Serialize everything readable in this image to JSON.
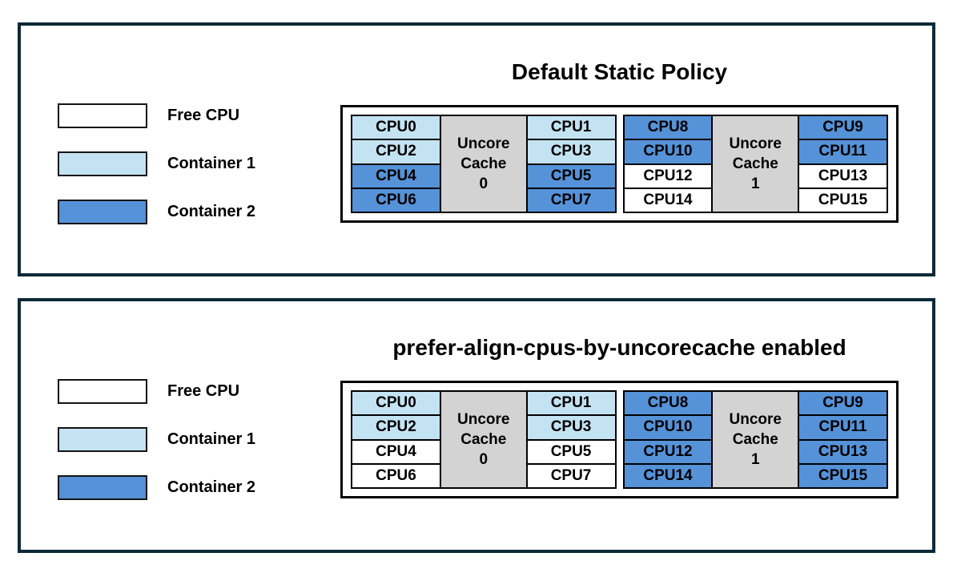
{
  "colors": {
    "free": "#ffffff",
    "container1": "#c3e3f3",
    "container2": "#5592d8",
    "uncore": "#d3d3d3",
    "panel_border": "#0c2936",
    "cell_border": "#000000"
  },
  "legend": {
    "items": [
      {
        "label": "Free CPU",
        "color_key": "free"
      },
      {
        "label": "Container 1",
        "color_key": "container1"
      },
      {
        "label": "Container 2",
        "color_key": "container2"
      }
    ]
  },
  "panels": [
    {
      "title": "Default Static Policy",
      "groups": [
        {
          "cache_label": [
            "Uncore",
            "Cache",
            "0"
          ],
          "left": [
            {
              "label": "CPU0",
              "state": "container1"
            },
            {
              "label": "CPU2",
              "state": "container1"
            },
            {
              "label": "CPU4",
              "state": "container2"
            },
            {
              "label": "CPU6",
              "state": "container2"
            }
          ],
          "right": [
            {
              "label": "CPU1",
              "state": "container1"
            },
            {
              "label": "CPU3",
              "state": "container1"
            },
            {
              "label": "CPU5",
              "state": "container2"
            },
            {
              "label": "CPU7",
              "state": "container2"
            }
          ]
        },
        {
          "cache_label": [
            "Uncore",
            "Cache",
            "1"
          ],
          "left": [
            {
              "label": "CPU8",
              "state": "container2"
            },
            {
              "label": "CPU10",
              "state": "container2"
            },
            {
              "label": "CPU12",
              "state": "free"
            },
            {
              "label": "CPU14",
              "state": "free"
            }
          ],
          "right": [
            {
              "label": "CPU9",
              "state": "container2"
            },
            {
              "label": "CPU11",
              "state": "container2"
            },
            {
              "label": "CPU13",
              "state": "free"
            },
            {
              "label": "CPU15",
              "state": "free"
            }
          ]
        }
      ]
    },
    {
      "title": "prefer-align-cpus-by-uncorecache enabled",
      "groups": [
        {
          "cache_label": [
            "Uncore",
            "Cache",
            "0"
          ],
          "left": [
            {
              "label": "CPU0",
              "state": "container1"
            },
            {
              "label": "CPU2",
              "state": "container1"
            },
            {
              "label": "CPU4",
              "state": "free"
            },
            {
              "label": "CPU6",
              "state": "free"
            }
          ],
          "right": [
            {
              "label": "CPU1",
              "state": "container1"
            },
            {
              "label": "CPU3",
              "state": "container1"
            },
            {
              "label": "CPU5",
              "state": "free"
            },
            {
              "label": "CPU7",
              "state": "free"
            }
          ]
        },
        {
          "cache_label": [
            "Uncore",
            "Cache",
            "1"
          ],
          "left": [
            {
              "label": "CPU8",
              "state": "container2"
            },
            {
              "label": "CPU10",
              "state": "container2"
            },
            {
              "label": "CPU12",
              "state": "container2"
            },
            {
              "label": "CPU14",
              "state": "container2"
            }
          ],
          "right": [
            {
              "label": "CPU9",
              "state": "container2"
            },
            {
              "label": "CPU11",
              "state": "container2"
            },
            {
              "label": "CPU13",
              "state": "container2"
            },
            {
              "label": "CPU15",
              "state": "container2"
            }
          ]
        }
      ]
    }
  ]
}
